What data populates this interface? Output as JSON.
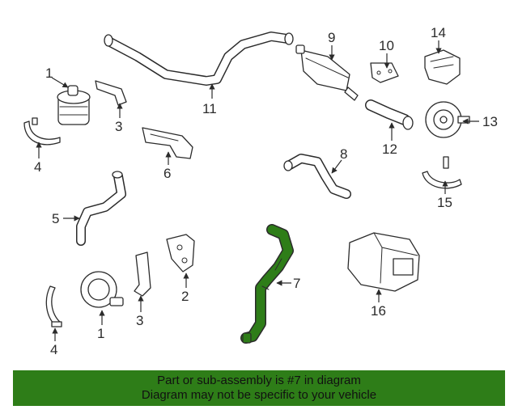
{
  "callouts": {
    "c1a": "1",
    "c1b": "1",
    "c2": "2",
    "c3a": "3",
    "c3b": "3",
    "c4a": "4",
    "c4b": "4",
    "c5": "5",
    "c6": "6",
    "c7": "7",
    "c8": "8",
    "c9": "9",
    "c10": "10",
    "c11": "11",
    "c12": "12",
    "c13": "13",
    "c14": "14",
    "c15": "15",
    "c16": "16"
  },
  "banner": {
    "line1": "Part or sub-assembly is #7 in diagram",
    "line2": "Diagram may not be specific to your vehicle"
  },
  "colors": {
    "highlight": "#2e7d18",
    "banner_bg": "#2e7d18",
    "line": "#2b2b2b"
  },
  "highlighted_part": "7"
}
